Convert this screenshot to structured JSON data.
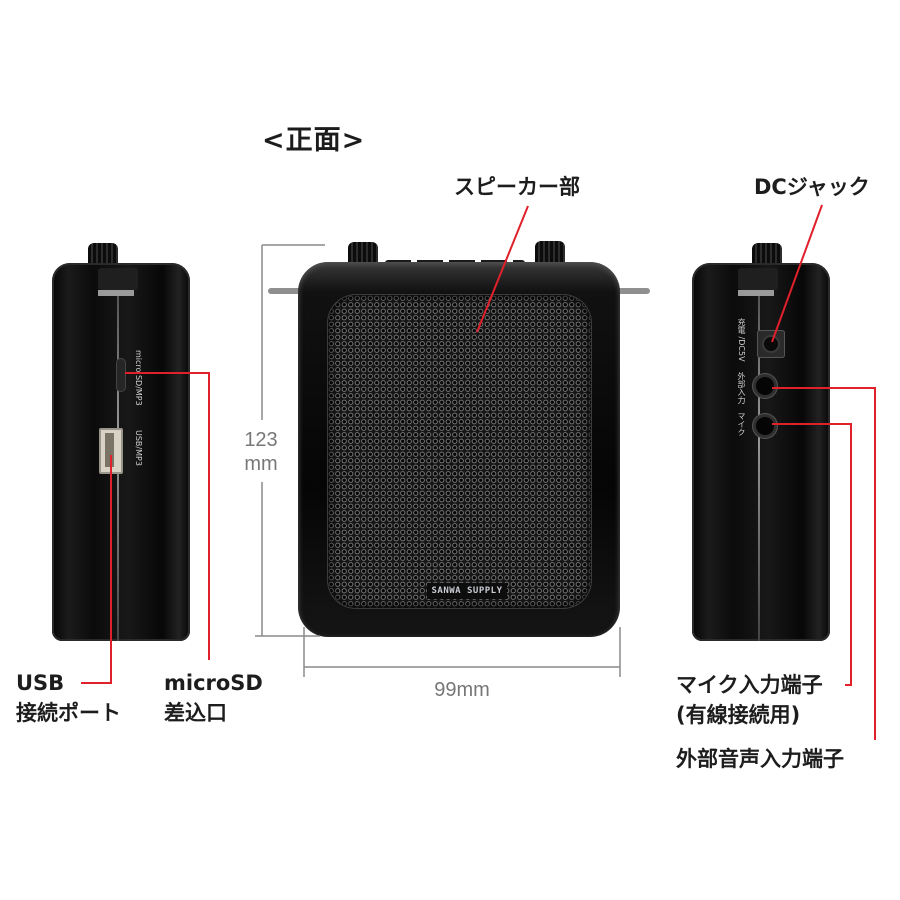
{
  "title": "<正面>",
  "colors": {
    "leader_line": "#e0202a",
    "dimension_line": "#8a8a8a",
    "device": "#0a0a0a"
  },
  "labels": {
    "speaker": "スピーカー部",
    "dc_jack": "DCジャック",
    "usb_line1": "USB",
    "usb_line2": "接続ポート",
    "microsd_line1": "microSD",
    "microsd_line2": "差込口",
    "mic_line1": "マイク入力端子",
    "mic_line2": "(有線接続用)",
    "external_audio": "外部音声入力端子"
  },
  "dimensions": {
    "height_value": "123",
    "height_unit": "mm",
    "width": "99mm"
  },
  "device": {
    "brand": "SANWA SUPPLY",
    "left_side_ports": {
      "sd_label": "micro SD/MP3",
      "usb_label": "USB/MP3"
    },
    "right_side_ports": {
      "dc_label": "充電 /DC5V",
      "ext_label": "外部入力",
      "mic_label": "マイク"
    }
  }
}
